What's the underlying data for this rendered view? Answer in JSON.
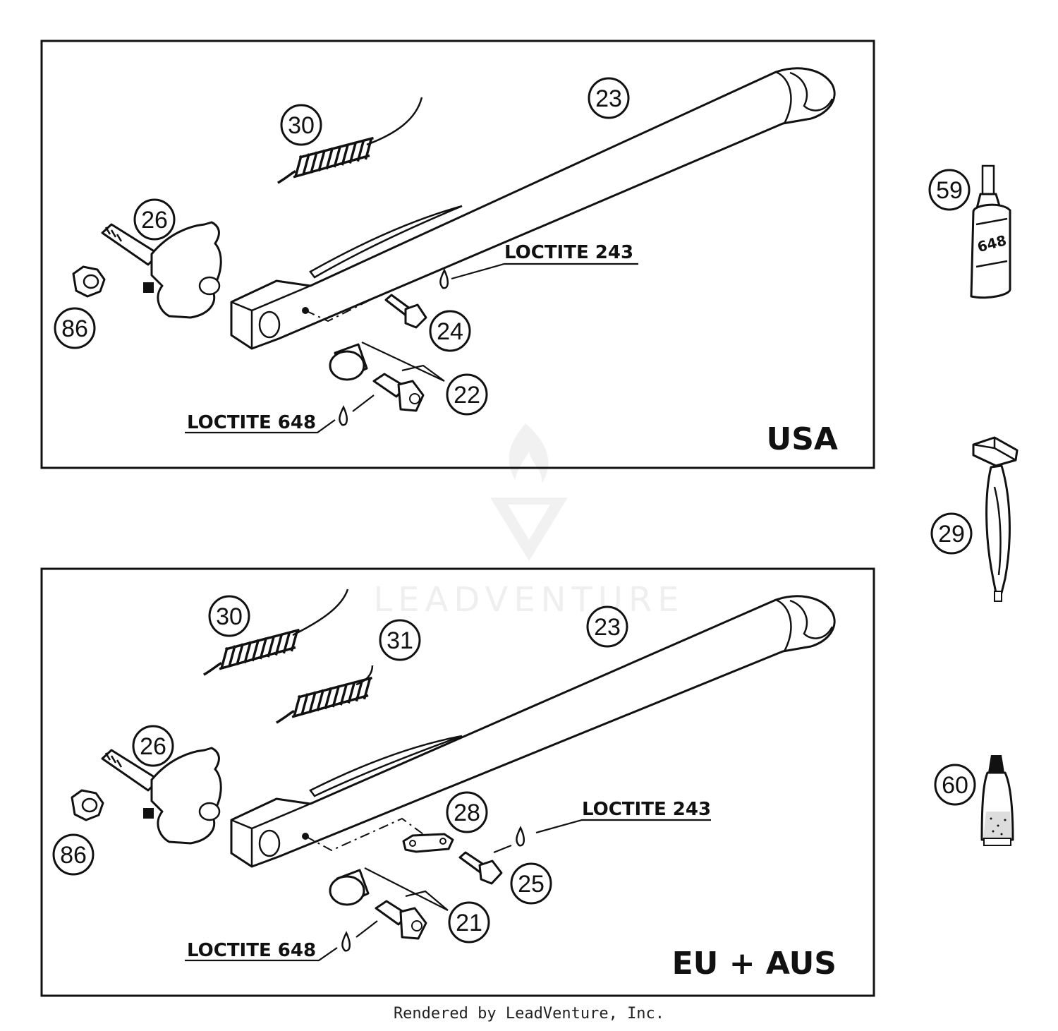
{
  "panels": {
    "usa": {
      "region_label": "USA",
      "callouts": {
        "c30": "30",
        "c23": "23",
        "c26": "26",
        "c86": "86",
        "c24": "24",
        "c22": "22"
      },
      "notes": {
        "loctite_top": "LOCTITE 243",
        "loctite_bottom": "LOCTITE 648"
      }
    },
    "eu": {
      "region_label": "EU + AUS",
      "callouts": {
        "c30": "30",
        "c31": "31",
        "c23": "23",
        "c26": "26",
        "c86": "86",
        "c28": "28",
        "c25": "25",
        "c21": "21"
      },
      "notes": {
        "loctite_top": "LOCTITE 243",
        "loctite_bottom": "LOCTITE 648"
      }
    }
  },
  "side_parts": {
    "c59": "59",
    "c29": "29",
    "c60": "60",
    "bottle_label": "648"
  },
  "watermark": {
    "text": "LEADVENTURE"
  },
  "footer": {
    "text": "Rendered by LeadVenture, Inc."
  }
}
